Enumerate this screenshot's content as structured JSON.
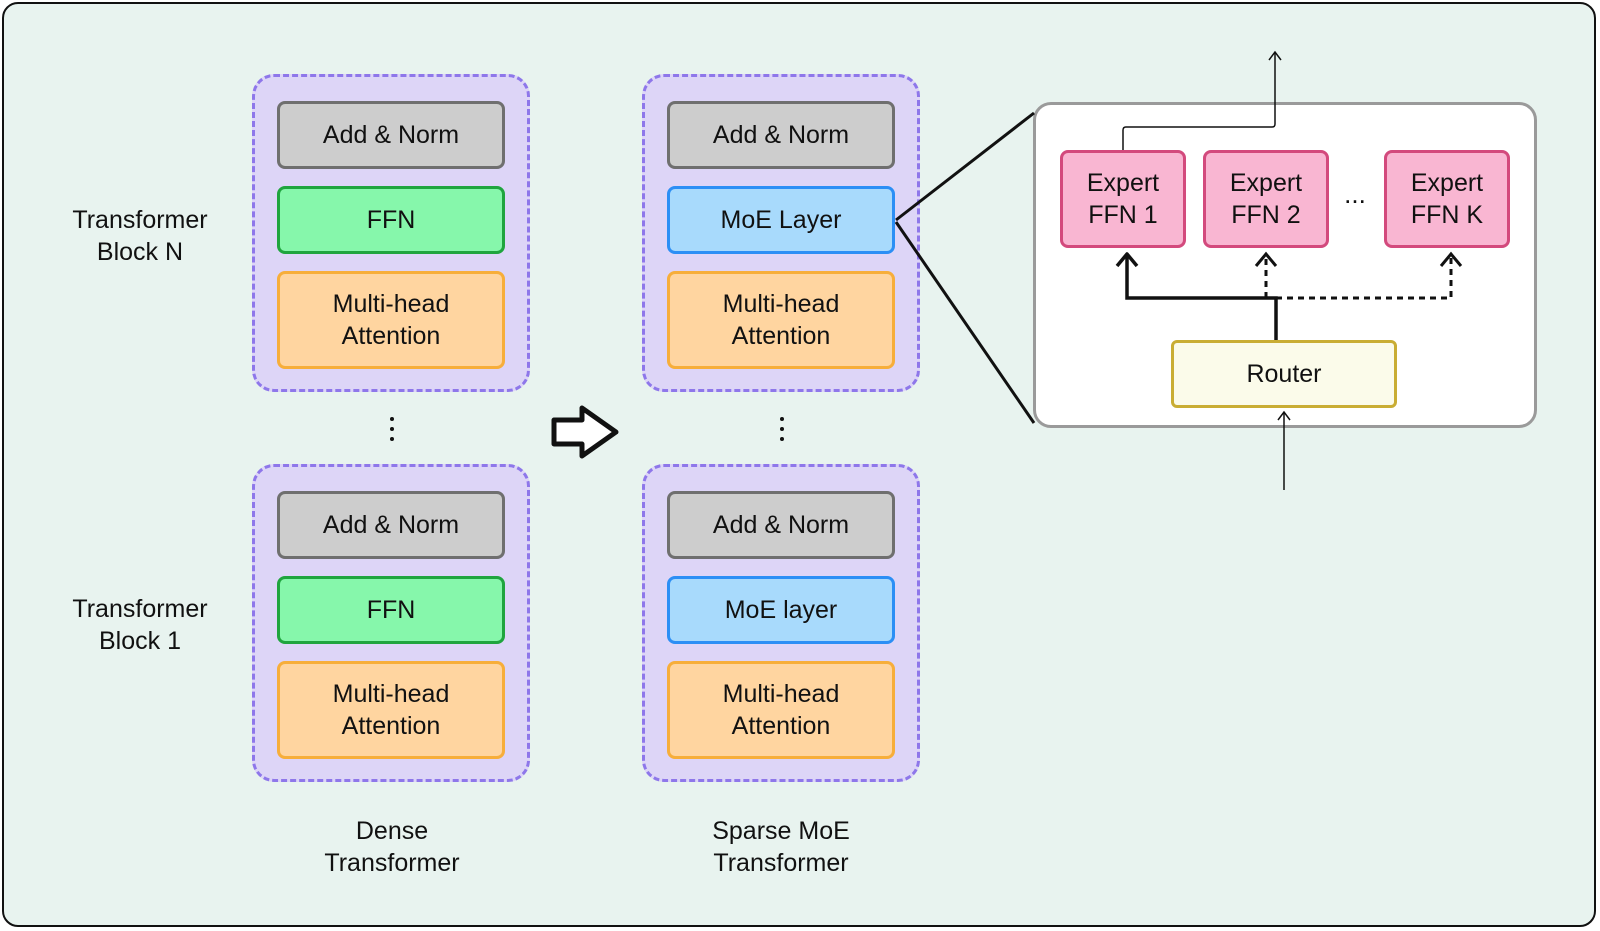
{
  "dense": {
    "block_top": {
      "norm": "Add & Norm",
      "ffn": "FFN",
      "attn": "Multi-head\nAttention"
    },
    "block_bottom": {
      "norm": "Add & Norm",
      "ffn": "FFN",
      "attn": "Multi-head\nAttention"
    },
    "caption": "Dense\nTransformer"
  },
  "sparse": {
    "block_top": {
      "norm": "Add & Norm",
      "moe": "MoE Layer",
      "attn": "Multi-head\nAttention"
    },
    "block_bottom": {
      "norm": "Add & Norm",
      "moe": "MoE layer",
      "attn": "Multi-head\nAttention"
    },
    "caption": "Sparse MoE\nTransformer"
  },
  "row_labels": {
    "top": "Transformer\nBlock N",
    "bottom": "Transformer\nBlock 1"
  },
  "moe_detail": {
    "experts": [
      "Expert\nFFN 1",
      "Expert\nFFN 2",
      "Expert\nFFN K"
    ],
    "ellipsis": "...",
    "router": "Router"
  },
  "colors": {
    "background": "#e8f3ef",
    "block_fill": "#ddd5f7",
    "block_border": "#8e77ea",
    "norm": "#cdcdcd",
    "ffn": "#86f7ab",
    "attention": "#ffd5a0",
    "moe": "#a8dafc",
    "expert": "#f9b6d2",
    "router": "#fbfbea"
  }
}
